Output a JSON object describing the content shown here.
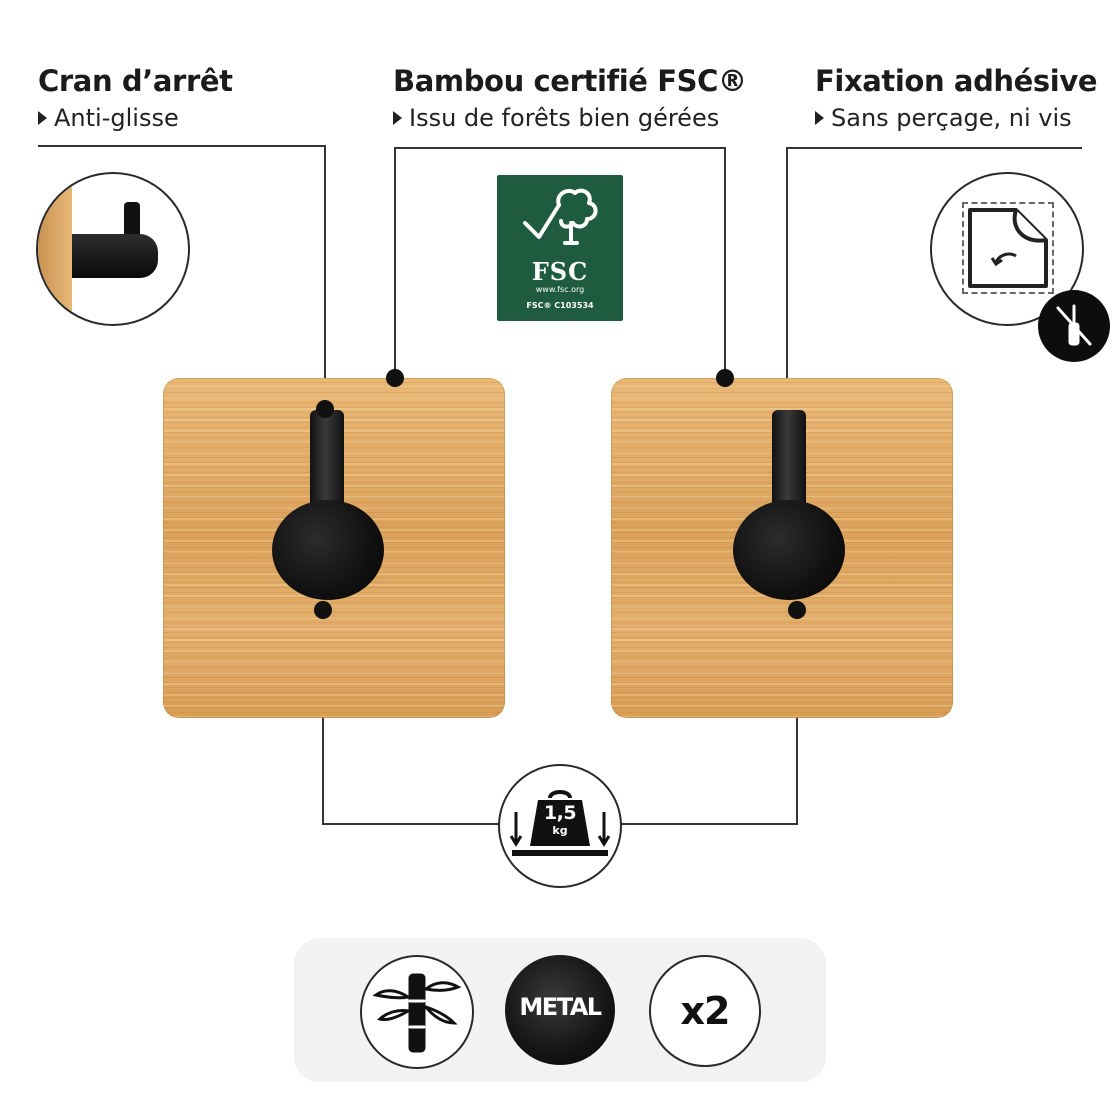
{
  "features": {
    "left": {
      "title": "Cran d’arrêt",
      "subtitle": "Anti-glisse"
    },
    "center": {
      "title": "Bambou certifié FSC®",
      "subtitle": "Issu de forêts bien gérées"
    },
    "right": {
      "title": "Fixation adhésive",
      "subtitle": "Sans perçage, ni vis"
    }
  },
  "fsc_logo": {
    "brand": "FSC",
    "url": "www.fsc.org",
    "license": "FSC® C103534",
    "color": "#1f5b3f"
  },
  "weight_badge": {
    "value": "1,5",
    "unit": "kg"
  },
  "badges": {
    "bamboo_icon": "bamboo-icon",
    "metal": "METAL",
    "quantity": "x2"
  },
  "colors": {
    "wood": "#dfa862",
    "hardware": "#111111",
    "lines": "#333333"
  }
}
